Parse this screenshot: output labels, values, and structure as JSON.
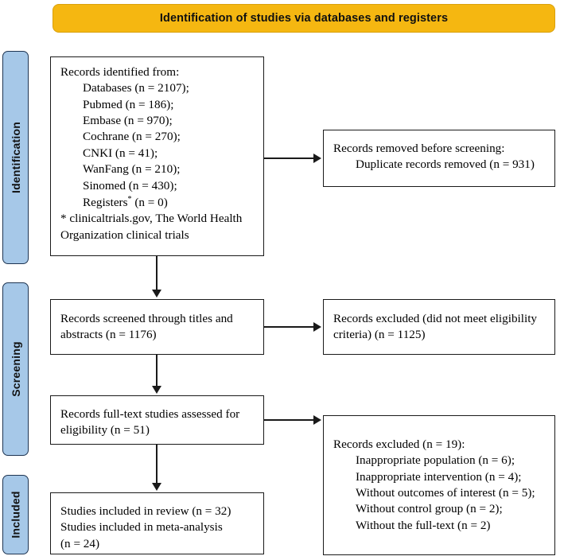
{
  "banner": {
    "title": "Identification of studies via databases and registers",
    "color": "#F5B711"
  },
  "stages": {
    "identification": "Identification",
    "screening": "Screening",
    "included": "Included",
    "color": "#A6C8E8"
  },
  "boxes": {
    "identified": {
      "heading": "Records identified from:",
      "items": [
        "Databases (n = 2107);",
        "Pubmed (n = 186);",
        "Embase (n = 970);",
        "Cochrane (n = 270);",
        "CNKI (n = 41);",
        "WanFang (n = 210);",
        "Sinomed (n = 430);"
      ],
      "registers_label": "Registers",
      "registers_marker": "*",
      "registers_count": " (n = 0)",
      "footnote": "* clinicaltrials.gov, The World Health Organization clinical trials"
    },
    "removed": {
      "heading": "Records removed before screening:",
      "item": "Duplicate records removed (n = 931)"
    },
    "screened": {
      "text": "Records screened through titles and abstracts (n = 1176)"
    },
    "excluded_screening": {
      "text": "Records excluded (did not meet eligibility criteria) (n = 1125)"
    },
    "fulltext": {
      "text": "Records full-text studies assessed for eligibility (n = 51)"
    },
    "excluded_eligibility": {
      "heading": "Records excluded (n = 19):",
      "items": [
        "Inappropriate population (n = 6);",
        "Inappropriate intervention (n = 4);",
        "Without outcomes of interest (n = 5);",
        "Without control group (n = 2);",
        "Without the full-text (n = 2)"
      ]
    },
    "included": {
      "line1": "Studies included in review (n = 32)",
      "line2": "Studies included in meta-analysis",
      "line3": "(n = 24)"
    }
  }
}
